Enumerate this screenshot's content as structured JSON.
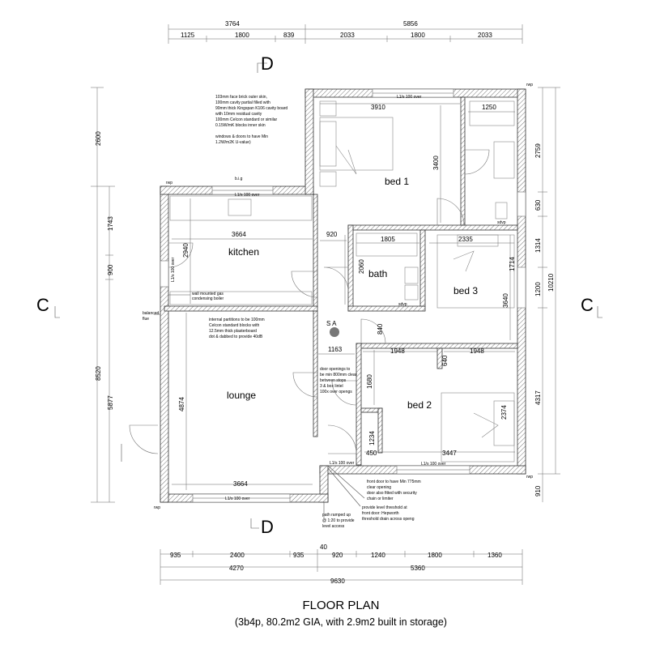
{
  "rooms": {
    "bed1": "bed 1",
    "kitchen": "kitchen",
    "bath": "bath",
    "bed3": "bed 3",
    "lounge": "lounge",
    "bed2": "bed 2",
    "sa": "S A"
  },
  "section_marks": {
    "c_left": "C",
    "c_right": "C",
    "d_top": "D",
    "d_bottom": "D"
  },
  "title": {
    "main": "FLOOR PLAN",
    "sub": "(3b4p, 80.2m2 GIA, with 2.9m2 built in storage)"
  },
  "dimensions": {
    "top_overall_left": "3764",
    "top_overall_right": "5856",
    "top_segments": [
      "1125",
      "1800",
      "839",
      "2033",
      "1800",
      "2033"
    ],
    "left_2600": "2600",
    "left_8520": "8520",
    "left_1743": "1743",
    "left_900": "900",
    "left_5877": "5877",
    "right_2759": "2759",
    "right_630": "630",
    "right_1314": "1314",
    "right_1200": "1200",
    "right_4317": "4317",
    "right_10210": "10210",
    "right_910": "910",
    "bottom_segments": [
      "935",
      "2400",
      "935",
      "40",
      "920",
      "1240",
      "1800",
      "1360"
    ],
    "bottom_4270": "4270",
    "bottom_5360": "5360",
    "bottom_9630": "9630",
    "d3910": "3910",
    "d1250": "1250",
    "d3400": "3400",
    "d3664_top": "3664",
    "d920": "920",
    "d2940": "2940",
    "d1805": "1805",
    "d2335": "2335",
    "d2060": "2060",
    "d3640": "3640",
    "d1714": "1714",
    "d840": "840",
    "d1163": "1163",
    "d1948_a": "1948",
    "d640": "640",
    "d1948_b": "1948",
    "d4874": "4874",
    "d1680": "1680",
    "d2374": "2374",
    "d1234": "1234",
    "d450": "450",
    "d3447": "3447",
    "d3664_bottom": "3664"
  },
  "lintels": {
    "l_top": "L1/s 100 over",
    "l_kitchen": "L1/s 100 over",
    "l_kitchen_side": "L1/s 100 over",
    "l_lounge": "L1/s 100 over",
    "l_entry": "L1/s 100 over",
    "l_bed2": "L1/s 100 over"
  },
  "small_labels": {
    "rwp1": "rwp",
    "rwp2": "rwp",
    "rwp3": "rwp",
    "rwp4": "rwp",
    "big": "b.i.g",
    "sdvp1": "sdvp",
    "sdvp2": "sdvp"
  },
  "notes": {
    "wall_spec": [
      "103mm face brick outer skin,",
      "100mm cavity partial  filled with",
      "90mm thick Kingspan K106 cavity board",
      "with 10mm residual cavity",
      "100mm Celcon standard or similar",
      "0.15W/mK blocks inner skin"
    ],
    "windows": [
      "windows & doors to have Min",
      "1.2W/m2K U-value)"
    ],
    "boiler": [
      "wall mounted gas",
      "condensing boiler"
    ],
    "flue": [
      "balanced",
      "flue"
    ],
    "partitions": [
      "internal partitions to be 100mm",
      "Celcon standard blocks with",
      "12.5mm thick plasterboard",
      "dot & dabbed to provide 40dB"
    ],
    "door_openings": [
      "door openings to",
      "be min 800mm clear",
      "between stops",
      "3 & box lintel",
      "100x over opengs"
    ],
    "front_door": [
      "front door to have Min 775mm",
      "clear opening",
      "door also fitted with security",
      "chain or limiter"
    ],
    "threshold": [
      "provide level threshold at",
      "front door: Hepworth",
      "threshold drain across openg"
    ],
    "path": [
      "path ramped up",
      "@ 1:20 to provide",
      "level access"
    ]
  }
}
